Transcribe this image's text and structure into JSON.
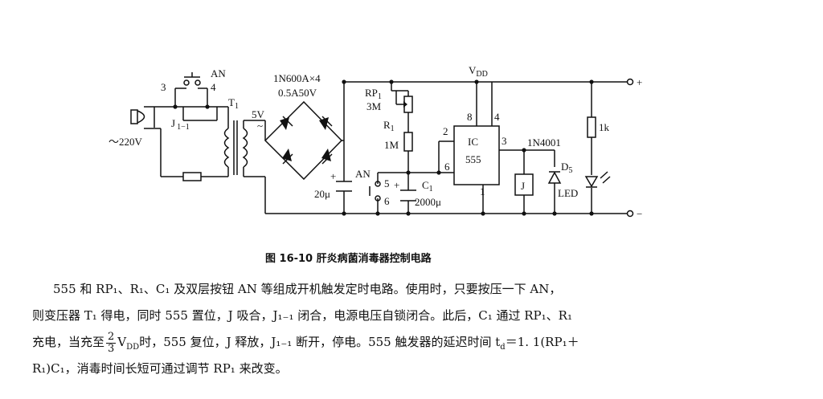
{
  "diagram": {
    "labels": {
      "pin3": "3",
      "an_top": "AN",
      "pin4": "4",
      "j11": "J",
      "j11_sub": "1−1",
      "mains": "～220V",
      "t1": "T",
      "t1_sub": "1",
      "v5": "5V",
      "tilde": "~",
      "bridge": "1N600A×4",
      "bridge_rating": "0.5A50V",
      "vdd": "V",
      "vdd_sub": "DD",
      "plus": "+",
      "minus": "−",
      "rp1": "RP",
      "rp1_sub": "1",
      "rp1_val": "3M",
      "r1": "R",
      "r1_sub": "1",
      "r1_val": "1M",
      "pin8": "8",
      "pin4_ic": "4",
      "pin2": "2",
      "pin6": "6",
      "pin3_ic": "3",
      "pin1": "1",
      "ic": "IC",
      "ic_num": "555",
      "diode": "1N4001",
      "d5": "D",
      "d5_sub": "5",
      "led": "LED",
      "r1k": "1k",
      "relay": "J",
      "cap_plus": "+",
      "cap20": "20μ",
      "an_mid": "AN",
      "an_pin5": "5",
      "an_pin6": "6",
      "c1": "C",
      "c1_sub": "1",
      "c1_plus": "+",
      "c1_val": "2000μ"
    }
  },
  "caption": "图 16-10    肝炎病菌消毒器控制电路",
  "paragraph": {
    "line1": "555 和 RP₁、R₁、C₁ 及双层按钮 AN 等组成开机触发定时电路。使用时，只要按压一下 AN，",
    "line2": "则变压器 T₁ 得电，同时 555 置位，J 吸合，J₁₋₁ 闭合，电源电压自锁闭合。此后，C₁ 通过 RP₁、R₁",
    "line3_a": "充电，当充至",
    "frac_num": "2",
    "frac_den": "3",
    "line3_b": "V",
    "line3_b_sub": "DD",
    "line3_c": "时，555 复位，J 释放，J₁₋₁ 断开，停电。555 触发器的延迟时间 t",
    "line3_c_sub": "d",
    "line3_d": "＝1. 1(RP₁＋",
    "line4": "R₁)C₁，消毒时间长短可通过调节 RP₁ 来改变。"
  }
}
